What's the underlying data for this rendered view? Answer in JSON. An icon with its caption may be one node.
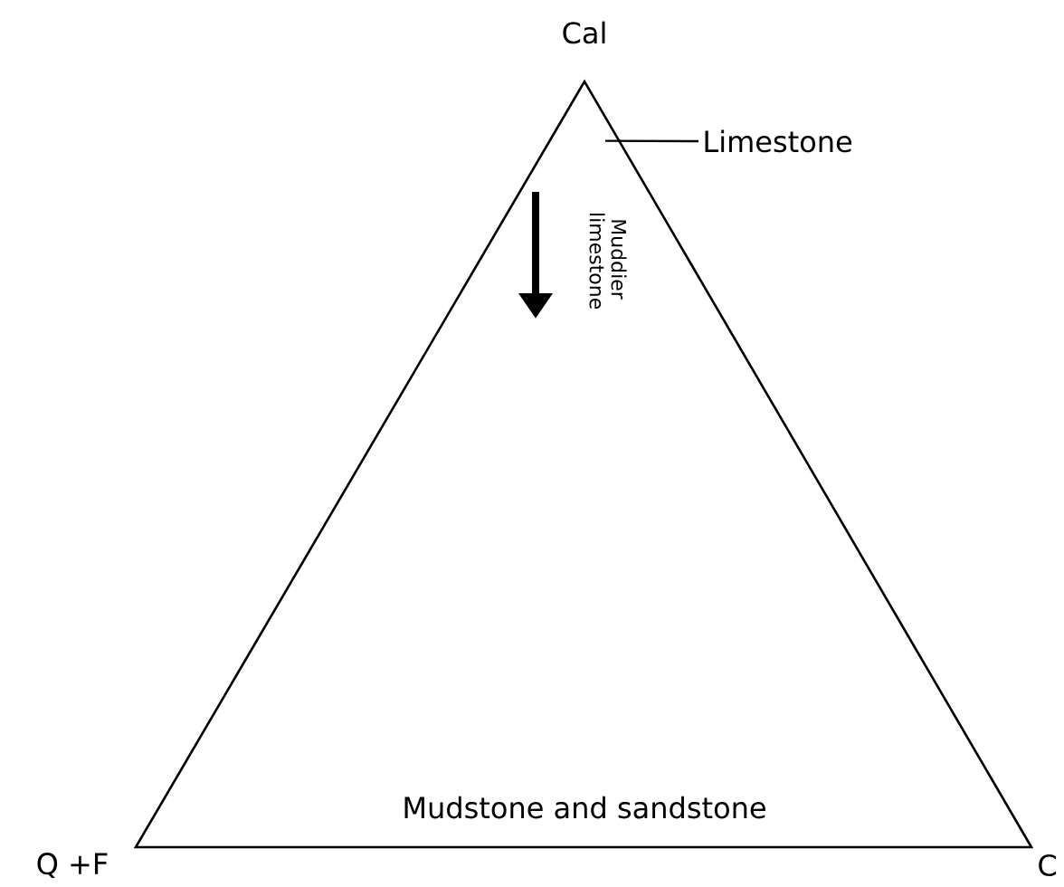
{
  "diagram": {
    "nodes": [
      {
        "text": [],
        "shape": "triangle"
      },
      {
        "text": [
          "Limestone"
        ]
      }
    ],
    "edges": [
      {
        "from": 1,
        "to": 0,
        "arrow": "none"
      }
    ],
    "labels": [
      "Cal",
      "Muddier limestone",
      "Mudstone and sandstone",
      "Q +F",
      "C"
    ]
  }
}
